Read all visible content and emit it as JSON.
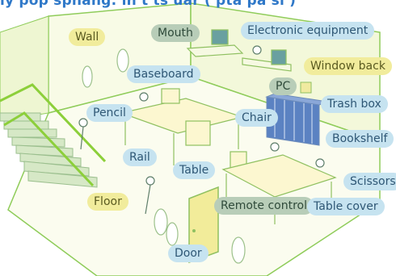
{
  "header_text": "ly pop sphang: in t ts  uar  (  pta  pa si )",
  "labels": {
    "wall": "Wall",
    "mouth": "Mouth",
    "electronic_equipment": "Electronic equipment",
    "baseboard": "Baseboard",
    "window_back": "Window back",
    "pc": "PC",
    "trash_box": "Trash box",
    "pencil": "Pencil",
    "chair": "Chair",
    "bookshelf": "Bookshelf",
    "rail": "Rail",
    "table": "Table",
    "scissors": "Scissors",
    "floor": "Floor",
    "remote_control": "Remote control",
    "table_cover": "Table cover",
    "door": "Door"
  },
  "colors": {
    "label_blue": "#c6e3f0",
    "label_yellow": "#f1ec9c",
    "label_gray": "#b8cdb8",
    "line_green": "#7ec24a"
  }
}
